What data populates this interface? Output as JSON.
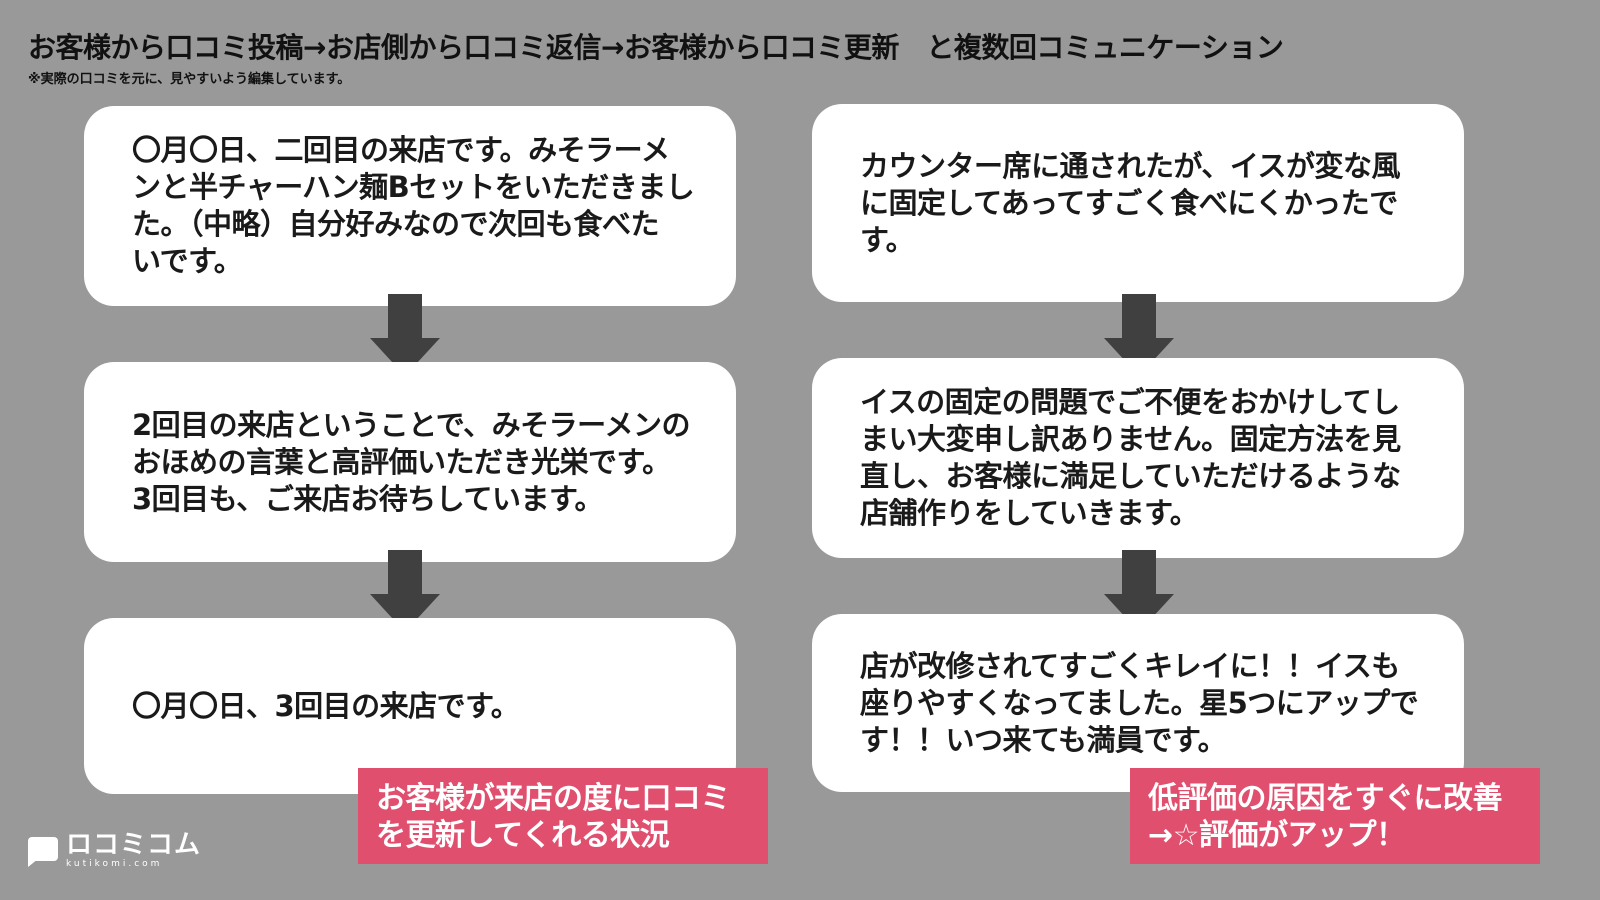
{
  "header": {
    "title": "お客様から口コミ投稿→お店側から口コミ返信→お客様から口コミ更新　と複数回コミュニケーション",
    "note": "※実際の口コミを元に、見やすいよう編集しています。"
  },
  "left_column": {
    "cards": [
      {
        "lines": [
          "〇月〇日、二回目の来店です。みそラーメ",
          "ンと半チャーハン麺Bセットをいただきまし",
          "た。（中略）自分好みなので次回も食べた",
          "いです。"
        ]
      },
      {
        "lines": [
          "2回目の来店ということで、みそラーメンの",
          "おほめの言葉と高評価いただき光栄です。",
          "3回目も、ご来店お待ちしています。"
        ]
      },
      {
        "lines": [
          "〇月〇日、3回目の来店です。"
        ]
      }
    ],
    "callout": {
      "lines": [
        "お客様が来店の度に口コミ",
        "を更新してくれる状況"
      ]
    }
  },
  "right_column": {
    "cards": [
      {
        "lines": [
          "カウンター席に通されたが、イスが変な風",
          "に固定してあってすごく食べにくかったで",
          "す。"
        ]
      },
      {
        "lines": [
          "イスの固定の問題でご不便をおかけしてし",
          "まい大変申し訳ありません。固定方法を見",
          "直し、お客様に満足していただけるような",
          "店舗作りをしていきます。"
        ]
      },
      {
        "lines": [
          "店が改修されてすごくキレイに！！イスも",
          "座りやすくなってました。星5つにアップで",
          "す！！いつ来ても満員です。"
        ]
      }
    ],
    "callout": {
      "lines": [
        "低評価の原因をすぐに改善",
        "→☆評価がアップ！"
      ]
    }
  },
  "logo": {
    "name": "ロコミコム",
    "sub": "kutikomi.com"
  },
  "colors": {
    "background": "#999999",
    "card": "#ffffff",
    "arrow": "#404040",
    "callout": "#e14f6e"
  }
}
